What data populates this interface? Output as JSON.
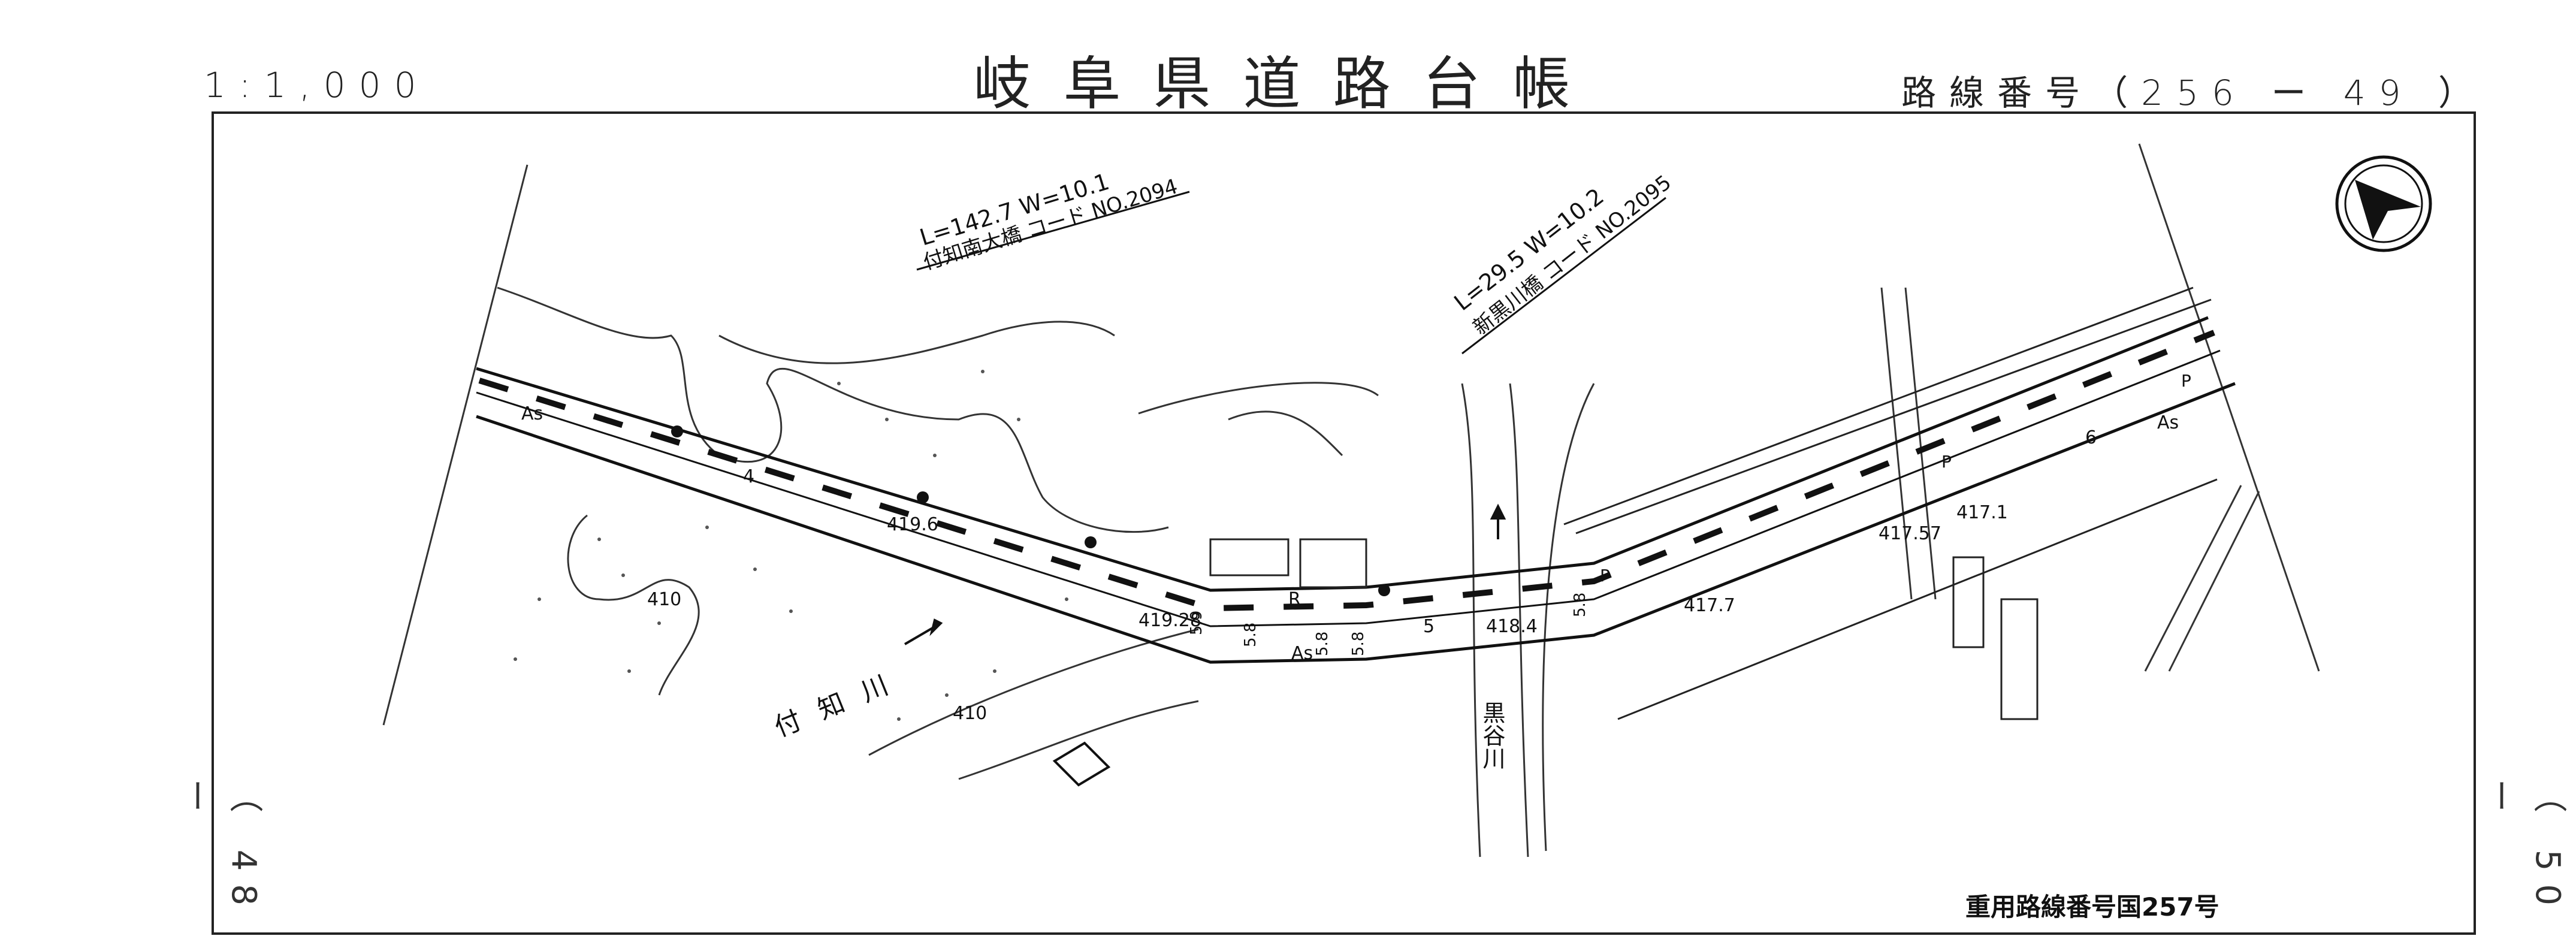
{
  "header": {
    "scale": "1:1,000",
    "title": "岐阜県道路台帳",
    "route_number": "路線番号（256 ー 49 ）"
  },
  "sheet_refs": {
    "left": "（ 48 ー",
    "right": "（ 50 ー"
  },
  "footer": {
    "note": "重用路線番号国257号"
  },
  "bridges": [
    {
      "dims": "L=142.7 W=10.1",
      "name": "付知南大橋 コード NO.2094"
    },
    {
      "dims": "L=29.5 W=10.2",
      "name": "新黒川橋 コード NO.2095"
    }
  ],
  "map_labels": {
    "river_tsukechi": "付知川",
    "river_kurotani": "黒谷川",
    "surface_as": "As",
    "surface_r": "R",
    "lane_4": "4",
    "lane_5": "5",
    "lane_6": "6",
    "elev_4196": "419.6",
    "elev_41928": "419.28",
    "elev_4184": "418.4",
    "elev_4177": "417.7",
    "elev_41757": "417.57",
    "elev_4171": "417.1",
    "contour_410a": "410",
    "contour_410b": "410",
    "width_59": "5.9",
    "width_58a": "5.8",
    "width_58b": "5.8",
    "width_58c": "5.8",
    "width_58d": "5.8",
    "pole_p": "P"
  },
  "icons": {
    "north_arrow": "north-arrow-icon"
  }
}
